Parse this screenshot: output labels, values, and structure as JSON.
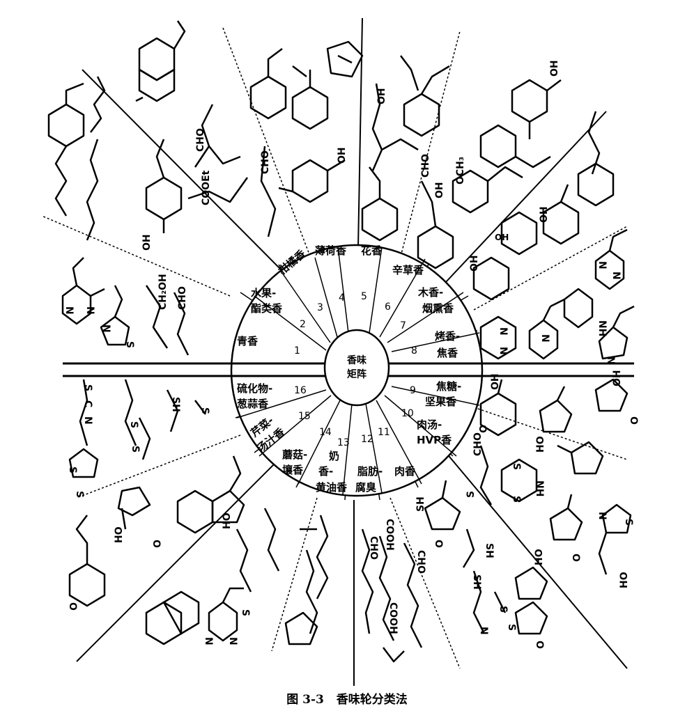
{
  "center": {
    "line1": "香味",
    "line2": "矩阵"
  },
  "categories": [
    {
      "id": "1",
      "lines": [
        "青香"
      ]
    },
    {
      "id": "2",
      "lines": [
        "水果-",
        "酯类香"
      ]
    },
    {
      "id": "3",
      "lines": [
        "柑橘香"
      ]
    },
    {
      "id": "4",
      "lines": [
        "薄荷香"
      ]
    },
    {
      "id": "5",
      "lines": [
        "花香"
      ]
    },
    {
      "id": "6",
      "lines": [
        "辛草香"
      ]
    },
    {
      "id": "7",
      "lines": [
        "木香-",
        "烟熏香"
      ]
    },
    {
      "id": "8",
      "lines": [
        "烤香-",
        "焦香"
      ]
    },
    {
      "id": "9",
      "lines": [
        "焦糖-",
        "坚果香"
      ]
    },
    {
      "id": "10",
      "lines": [
        "肉汤-",
        "HVP香"
      ]
    },
    {
      "id": "11",
      "lines": [
        "肉香"
      ]
    },
    {
      "id": "12",
      "lines": [
        "脂肪-",
        "腐臭"
      ]
    },
    {
      "id": "13",
      "lines": [
        "奶",
        "香-",
        "黄油香"
      ]
    },
    {
      "id": "14",
      "lines": [
        "蘑菇-",
        "壤香"
      ]
    },
    {
      "id": "15",
      "lines": [
        "芹菜-",
        "汤汁香"
      ]
    },
    {
      "id": "16",
      "lines": [
        "硫化物-",
        "葱蒜香"
      ]
    }
  ],
  "molecule_labels": [
    "CHO",
    "CHO",
    "COOEt",
    "CH₂OH",
    "CHO",
    "OH",
    "OH",
    "OH",
    "OCH₃",
    "OH",
    "CHO",
    "OH",
    "OH",
    "OH",
    "OH",
    "NH",
    "N",
    "N",
    "S",
    "N",
    "N",
    "N",
    "N",
    "N",
    "N",
    "N",
    "OH",
    "OH",
    "HO",
    "O",
    "O",
    "CHO",
    "S",
    "S",
    "NH",
    "S",
    "SH",
    "O",
    "SH",
    "S",
    "S",
    "O",
    "HO",
    "O",
    "N",
    "S",
    "HO",
    "CHO",
    "COOH",
    "CHO",
    "COOH",
    "SH",
    "N",
    "HO",
    "HO",
    "O",
    "O",
    "S",
    "S",
    "N",
    "N",
    "S",
    "SH",
    "S",
    "S",
    "N",
    "C",
    "S",
    "S"
  ],
  "caption": {
    "figure_no": "图 3-3",
    "title": "香味轮分类法"
  }
}
